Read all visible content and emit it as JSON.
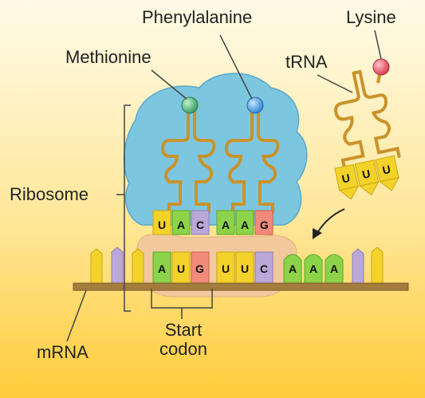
{
  "labels": {
    "phenylalanine": "Phenylalanine",
    "lysine": "Lysine",
    "methionine": "Methionine",
    "trna": "tRNA",
    "ribosome": "Ribosome",
    "mrna": "mRNA",
    "start_codon_line1": "Start",
    "start_codon_line2": "codon"
  },
  "anticodons": {
    "methionine_trna": [
      "U",
      "A",
      "C"
    ],
    "phenylalanine_trna": [
      "A",
      "A",
      "G"
    ],
    "incoming_trna": [
      "U",
      "U",
      "U"
    ]
  },
  "mrna_codons": [
    "A",
    "U",
    "G",
    "U",
    "U",
    "C",
    "A",
    "A",
    "A"
  ],
  "colors": {
    "background_top": "#fff6d6",
    "background_bottom": "#ffd24a",
    "ribosome": "#7cc3dd",
    "ribosome_lower": "#f3c9a0",
    "trna": "#c9932a",
    "mrna_backbone": "#a07a3a",
    "base_A": "#8cd34a",
    "base_U": "#f3d22a",
    "base_G": "#b9a8d8",
    "base_C": "#f28a7a",
    "methionine": "#3aa86a",
    "phenylalanine": "#2f8fd8",
    "lysine": "#e04a5a"
  }
}
